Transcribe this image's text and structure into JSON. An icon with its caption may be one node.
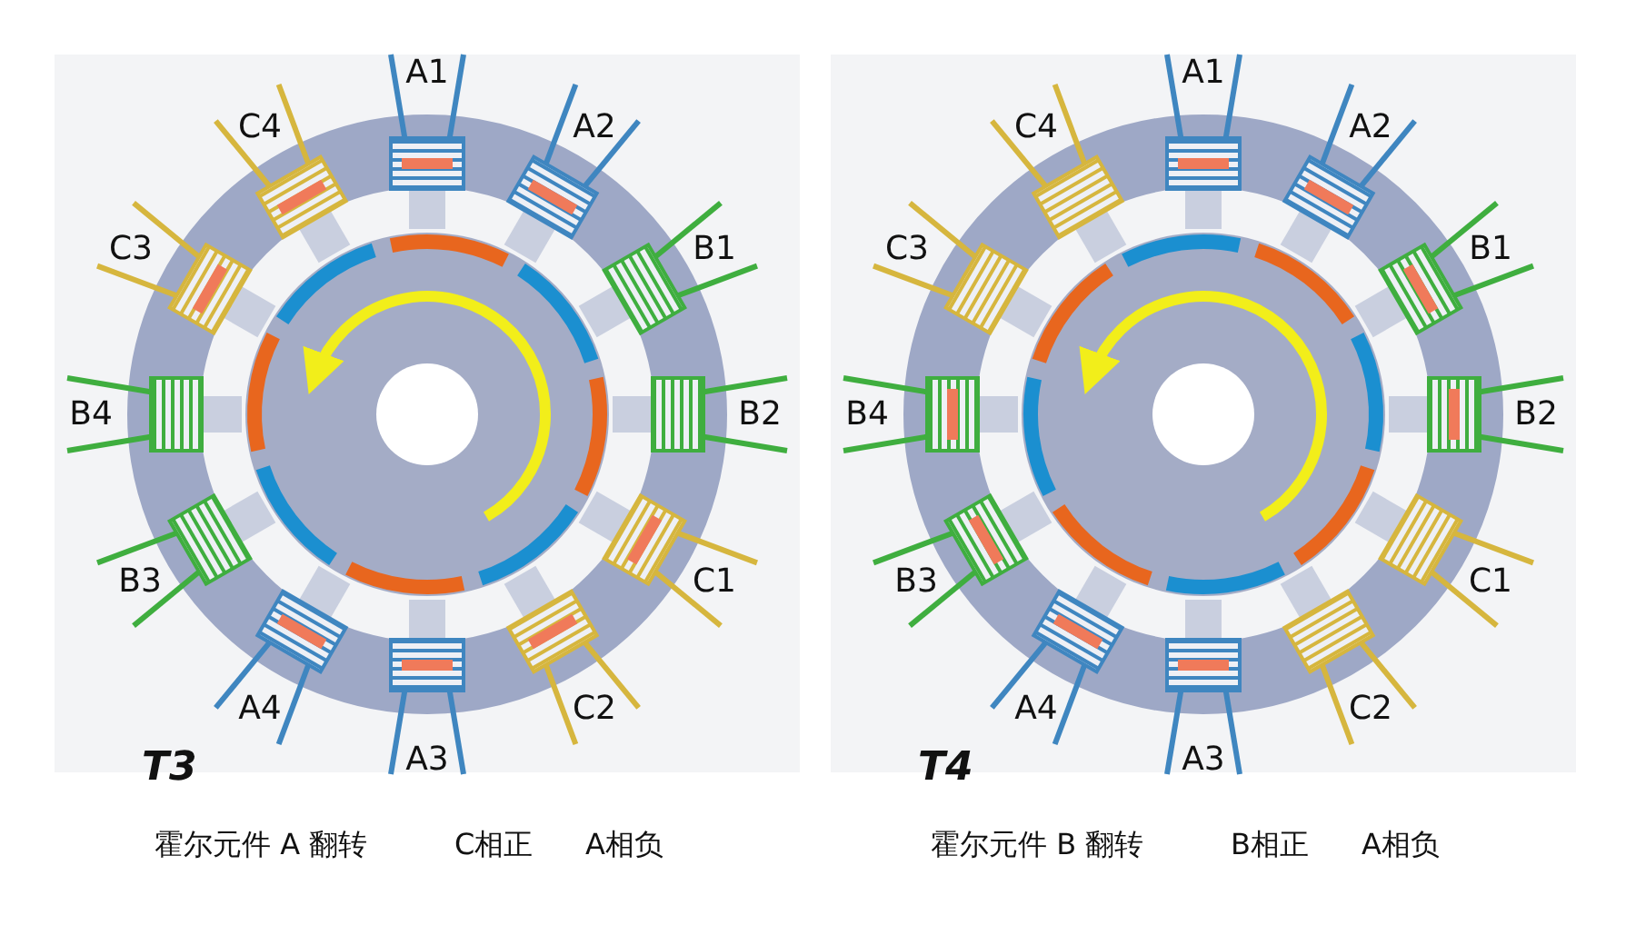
{
  "diagram": {
    "labels": [
      "A1",
      "A2",
      "B1",
      "B2",
      "C1",
      "C2",
      "A3",
      "A4",
      "B3",
      "B4",
      "C3",
      "C4",
      "T3",
      "霍尔元件 A 翻转",
      "C相正",
      "A相负",
      "A1",
      "A2",
      "B1",
      "B2",
      "C1",
      "C2",
      "A3",
      "A4",
      "B3",
      "B4",
      "C3",
      "C4",
      "T4",
      "霍尔元件 B 翻转",
      "B相正",
      "A相负"
    ]
  }
}
